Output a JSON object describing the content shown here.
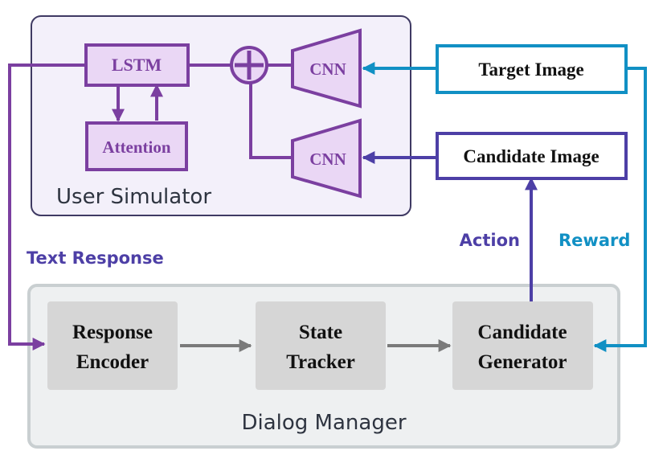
{
  "colors": {
    "purple": "#7b3fa0",
    "purple_fill": "#ead7f5",
    "indigo": "#4d3fa6",
    "blue": "#1190c4",
    "simulator_fill": "#f3f0fa",
    "simulator_border": "#3f3a63",
    "manager_border": "#c9cfd1",
    "manager_fill": "#eef0f1",
    "module_fill": "#d6d6d6",
    "gray_arrow": "#7a7a7a",
    "title_text": "#2e3440"
  },
  "user_simulator": {
    "title": "User Simulator",
    "lstm": "LSTM",
    "attention": "Attention",
    "cnn_top": "CNN",
    "cnn_bottom": "CNN",
    "combine_symbol": "+"
  },
  "images": {
    "target": "Target Image",
    "candidate": "Candidate Image"
  },
  "edge_labels": {
    "text_response": "Text Response",
    "action": "Action",
    "reward": "Reward"
  },
  "dialog_manager": {
    "title": "Dialog Manager",
    "response_encoder": [
      "Response",
      "Encoder"
    ],
    "state_tracker": [
      "State",
      "Tracker"
    ],
    "candidate_generator": [
      "Candidate",
      "Generator"
    ]
  },
  "icons": {
    "combine": "plus-circle-icon",
    "encoder_shape": "trapezoid-icon"
  }
}
